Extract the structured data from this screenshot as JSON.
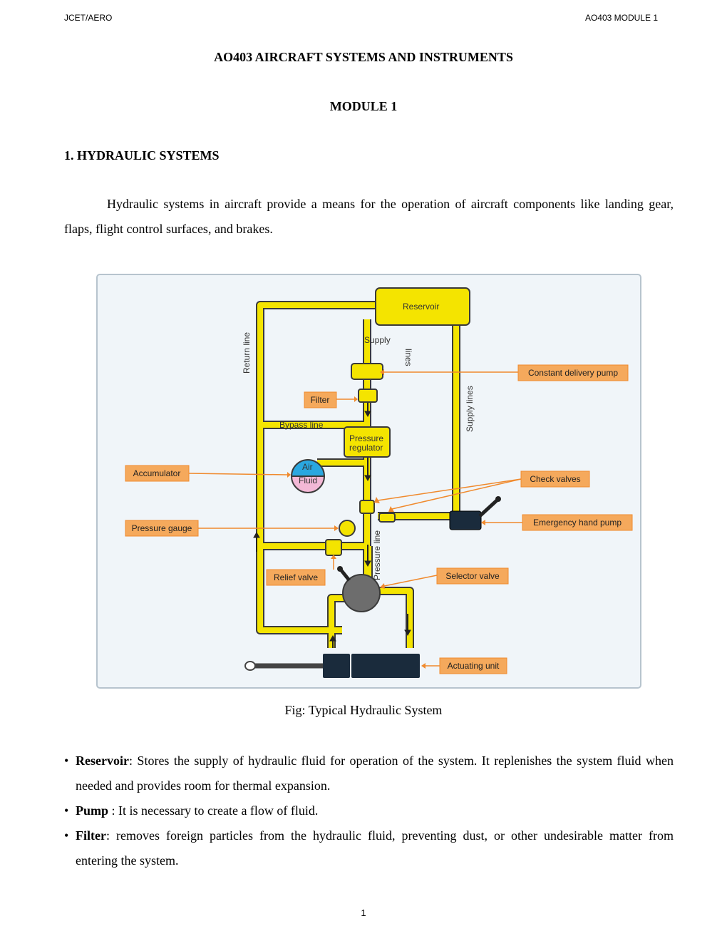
{
  "header": {
    "left": "JCET/AERO",
    "right": "AO403 MODULE 1"
  },
  "title": "AO403 AIRCRAFT SYSTEMS AND INSTRUMENTS",
  "module": "MODULE 1",
  "section": "1. HYDRAULIC SYSTEMS",
  "intro": "Hydraulic systems in aircraft provide a means for the operation of aircraft components like landing gear, flaps, flight control surfaces, and brakes.",
  "figure": {
    "labels": {
      "reservoir": "Reservoir",
      "supply": "Supply",
      "lines": "lines",
      "return_line": "Return line",
      "supply_lines": "Supply lines",
      "bypass_line": "Bypass line",
      "pressure_regulator_1": "Pressure",
      "pressure_regulator_2": "regulator",
      "air": "Air",
      "fluid": "Fluid",
      "pressure_line": "Pressure line",
      "constant_delivery_pump": "Constant delivery pump",
      "filter": "Filter",
      "accumulator": "Accumulator",
      "check_valves": "Check valves",
      "emergency_hand_pump": "Emergency hand pump",
      "pressure_gauge": "Pressure gauge",
      "relief_valve": "Relief valve",
      "selector_valve": "Selector valve",
      "actuating_unit": "Actuating unit"
    },
    "colors": {
      "line": "#f4e400",
      "outline": "#3a3a3a",
      "callout": "#f5a95c",
      "callout_border": "#f08a2e",
      "air": "#2aa7e0",
      "fluid": "#f3b8d6"
    }
  },
  "caption": "Fig: Typical Hydraulic System",
  "bullets": [
    {
      "term": "Reservoir",
      "sep": ":",
      "text": " Stores the supply of hydraulic fluid for operation of the system. It replenishes the system fluid when needed and provides room for thermal expansion."
    },
    {
      "term": "Pump",
      "sep": " :",
      "text": " It is necessary to create a flow of fluid."
    },
    {
      "term": "Filter",
      "sep": ":",
      "text": " removes foreign particles from the hydraulic fluid, preventing dust, or other undesirable matter from entering the system."
    }
  ],
  "page_number": "1"
}
